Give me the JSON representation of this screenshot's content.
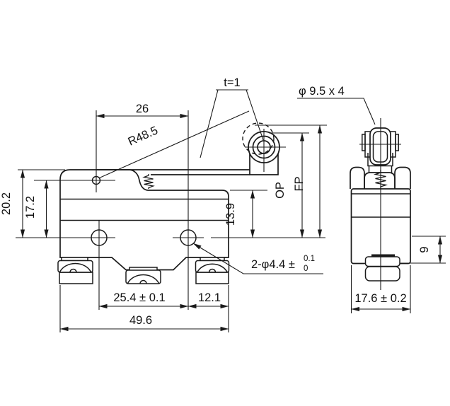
{
  "drawing": {
    "background": "#ffffff",
    "line_color": "#1a1a1a",
    "views": {
      "front": "roller-lever-switch-front-view",
      "side": "roller-lever-switch-side-view"
    },
    "labels": {
      "lever_thickness": "t=1",
      "roller_size": "φ 9.5 x 4",
      "lever_radius": "R48.5",
      "pivot_to_hole_span": "26",
      "height_total": "20.2",
      "height_to_pivot": "17.2",
      "hole_to_ledge_height": "13.9",
      "operating_position": "OP",
      "free_position": "FP",
      "mounting_hole_spec": "2-φ4.4 ±",
      "mounting_hole_tol_upper": "0.1",
      "mounting_hole_tol_lower": "0",
      "hole_spacing": "25.4 ± 0.1",
      "hole_to_edge": "12.1",
      "body_width": "49.6",
      "side_width": "17.6 ± 0.2",
      "side_terminal_height": "9"
    }
  }
}
